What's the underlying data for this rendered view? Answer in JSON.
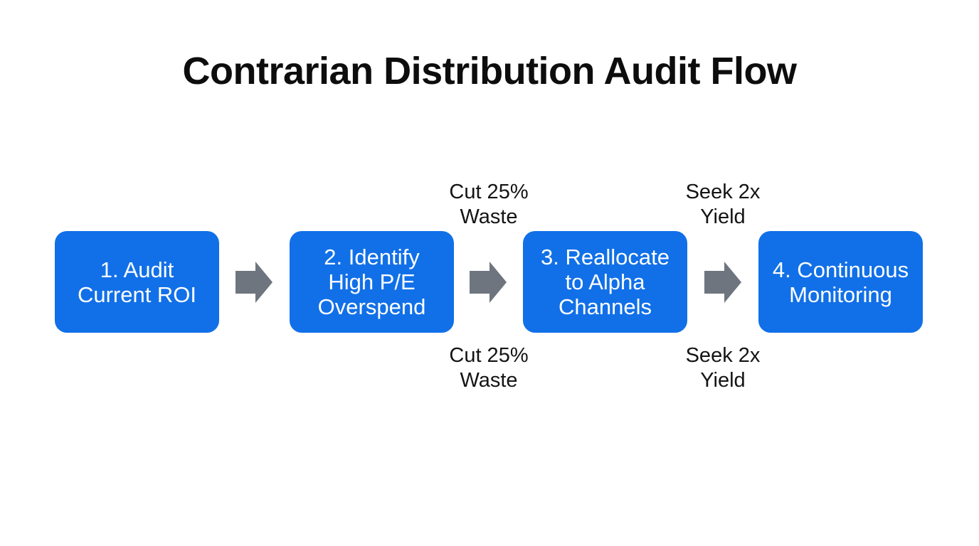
{
  "title": "Contrarian Distribution Audit Flow",
  "colors": {
    "background": "#ffffff",
    "title_text": "#0d0d0d",
    "label_text": "#141414",
    "box_fill": "#1170e8",
    "box_text": "#ffffff",
    "arrow_fill": "#6e757e"
  },
  "flow": {
    "steps": [
      {
        "label": "1. Audit\nCurrent ROI"
      },
      {
        "label": "2. Identify\nHigh P/E\nOverspend"
      },
      {
        "label": "3. Reallocate\nto Alpha\nChannels"
      },
      {
        "label": "4. Continuous\nMonitoring"
      }
    ],
    "connector_labels": [
      {
        "position": "above-arrow-2",
        "text": "Cut 25%\nWaste"
      },
      {
        "position": "below-arrow-2",
        "text": "Cut 25%\nWaste"
      },
      {
        "position": "above-arrow-3",
        "text": "Seek 2x\nYield"
      },
      {
        "position": "below-arrow-3",
        "text": "Seek 2x\nYield"
      }
    ]
  }
}
